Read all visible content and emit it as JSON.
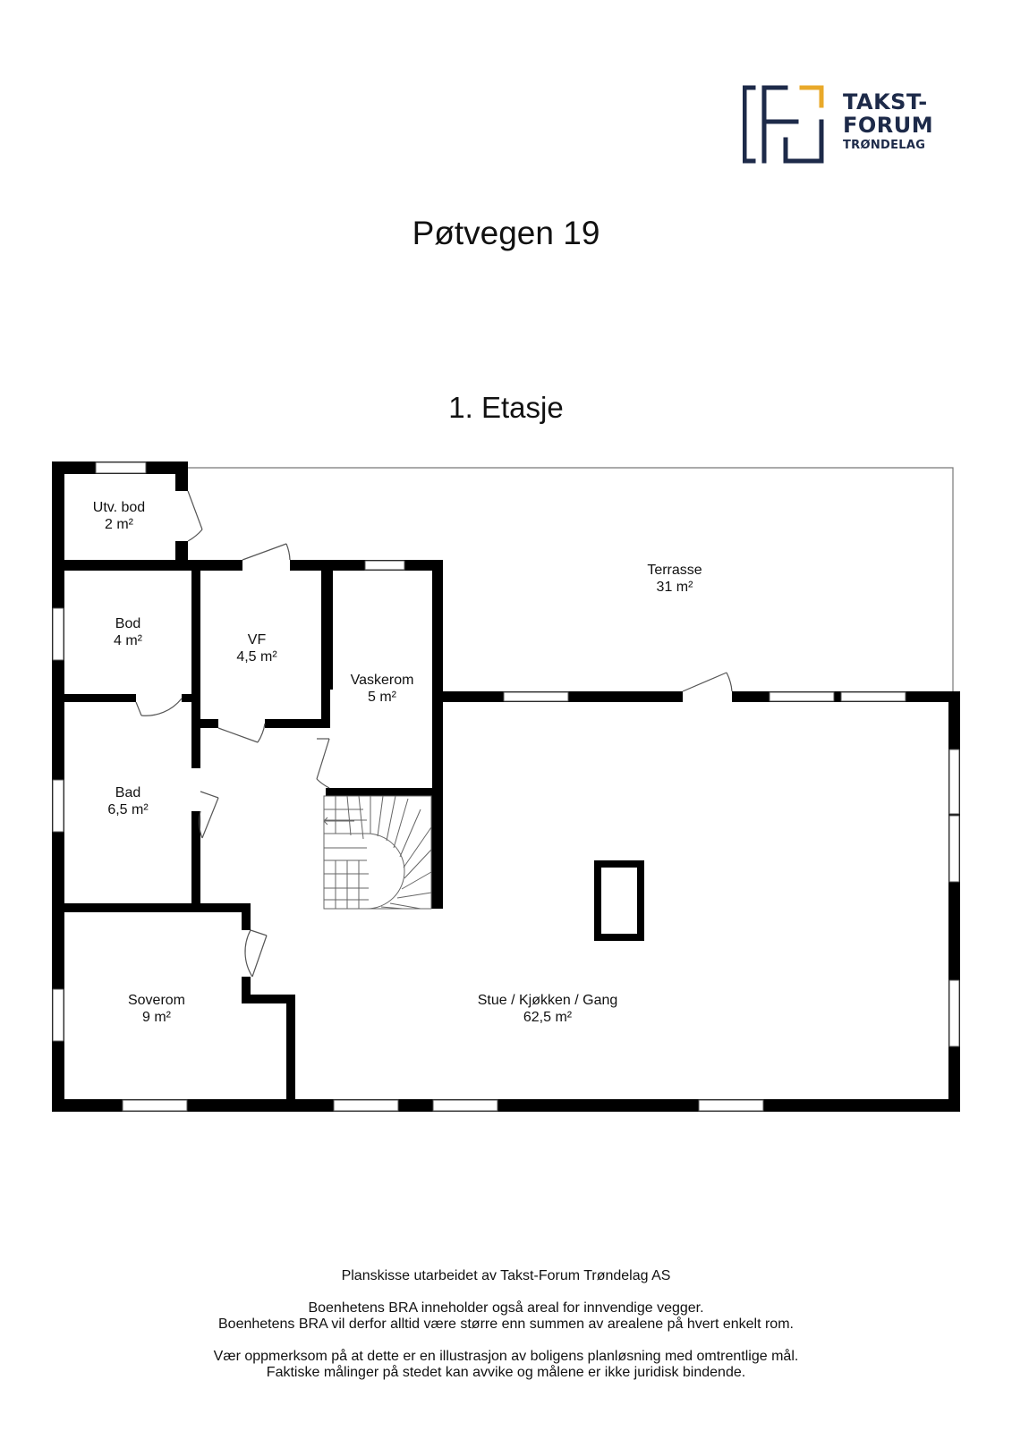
{
  "header": {
    "logo": {
      "line1": "TAKST-",
      "line2": "FORUM",
      "line3": "TRØNDELAG",
      "colors": {
        "navy": "#1d2a49",
        "gold": "#e9a92a"
      }
    },
    "title": "Pøtvegen 19",
    "floor": "1. Etasje"
  },
  "rooms": [
    {
      "id": "utv-bod",
      "name": "Utv. bod",
      "area": "2 m²"
    },
    {
      "id": "terrasse",
      "name": "Terrasse",
      "area": "31 m²"
    },
    {
      "id": "bod",
      "name": "Bod",
      "area": "4 m²"
    },
    {
      "id": "vf",
      "name": "VF",
      "area": "4,5 m²"
    },
    {
      "id": "vaskerom",
      "name": "Vaskerom",
      "area": "5 m²"
    },
    {
      "id": "bad",
      "name": "Bad",
      "area": "6,5 m²"
    },
    {
      "id": "soverom",
      "name": "Soverom",
      "area": "9 m²"
    },
    {
      "id": "stue",
      "name": "Stue / Kjøkken / Gang",
      "area": "62,5 m²"
    }
  ],
  "footer": {
    "line1": "Planskisse utarbeidet av Takst-Forum Trøndelag AS",
    "line2": "Boenhetens BRA inneholder også areal for innvendige vegger.",
    "line3": "Boenhetens BRA vil derfor alltid være større enn summen av arealene på hvert enkelt rom.",
    "line4": "Vær oppmerksom på at dette er en illustrasjon av boligens planløsning med omtrentlige mål.",
    "line5": "Faktiske målinger på stedet kan avvike og målene er ikke juridisk bindende."
  }
}
